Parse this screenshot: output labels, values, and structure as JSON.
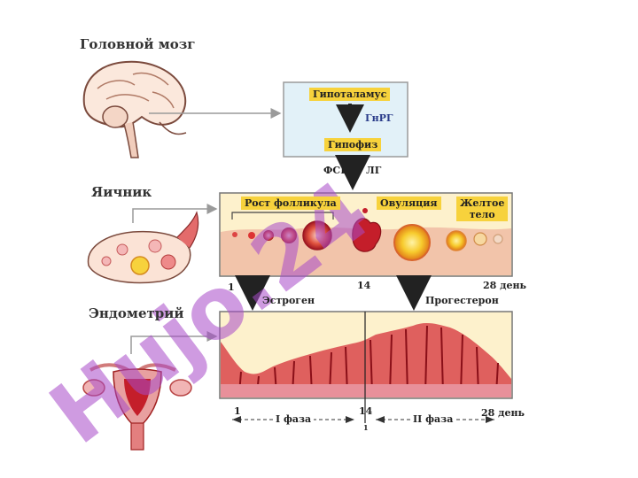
{
  "labels": {
    "brain": "Головной мозг",
    "ovary": "Яичник",
    "endometrium": "Эндометрий"
  },
  "hypothalamus_box": {
    "hypothalamus": "Гипоталамус",
    "gnrh": "ГнРГ",
    "pituitary": "Гипофиз"
  },
  "hormones": {
    "fsh": "ФСГ",
    "lh": "ЛГ",
    "estrogen": "Эстроген",
    "progesterone": "Прогестерон"
  },
  "ovary_panel": {
    "follicle_growth": "Рост фолликула",
    "ovulation": "Овуляция",
    "corpus_luteum_1": "Желтое",
    "corpus_luteum_2": "тело"
  },
  "ovary_axis": {
    "day1": "1",
    "day14": "14",
    "day28": "28 день"
  },
  "endometrium_axis": {
    "day1": "1",
    "day14": "14",
    "day28": "28 день",
    "phase1": "I  фаза",
    "phase2": "II  фаза",
    "mid_mark": "1"
  },
  "watermark": "Hujo.24",
  "colors": {
    "panel_fill": "#fdf1cc",
    "blue_box": "#e2f1f8",
    "label_yellow": "#f7d23c",
    "tissue_red": "#c41e2a",
    "watermark": "#a84bc9"
  }
}
